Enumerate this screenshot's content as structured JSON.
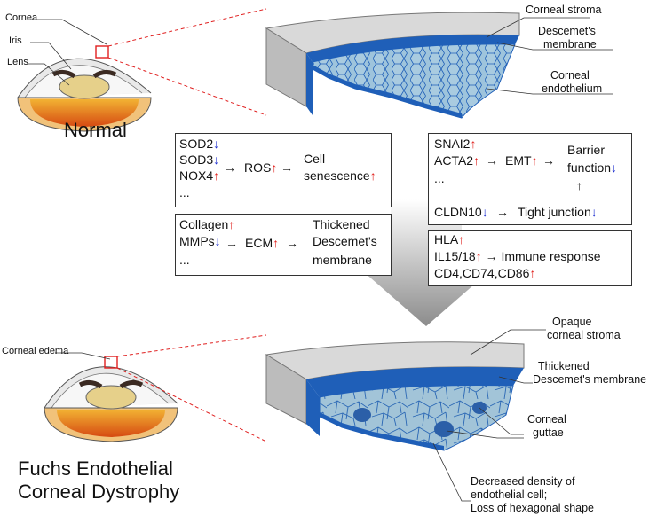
{
  "top_eye_labels": {
    "cornea": "Cornea",
    "iris": "Iris",
    "lens": "Lens"
  },
  "top_title": "Normal",
  "top_block_labels": {
    "stroma": "Corneal stroma",
    "descemet_1": "Descemet's",
    "descemet_2": "membrane",
    "endo_1": "Corneal",
    "endo_2": "endothelium"
  },
  "box1": {
    "genes": [
      "SOD2",
      "SOD3",
      "NOX4",
      "..."
    ],
    "gene_dirs": [
      "↓",
      "↓",
      "↑"
    ],
    "mid": "ROS",
    "mid_dir": "↑",
    "out1": "Cell",
    "out2": "senescence",
    "out_dir": "↑"
  },
  "box2": {
    "genes": [
      "Collagen",
      "MMPs",
      "..."
    ],
    "gene_dirs": [
      "↑",
      "↓"
    ],
    "mid": "ECM",
    "mid_dir": "↑",
    "out1": "Thickened",
    "out2": "Descemet's",
    "out3": "membrane"
  },
  "box3": {
    "genes": [
      "SNAI2",
      "ACTA2",
      "..."
    ],
    "gene_dirs": [
      "↑",
      "↑"
    ],
    "mid": "EMT",
    "mid_dir": "↑",
    "out1": "Barrier",
    "out2": "function",
    "out_dir": "↓",
    "cldn": "CLDN10",
    "cldn_dir": "↓",
    "tight": "Tight junction",
    "tight_dir": "↓"
  },
  "box4": {
    "line1": "HLA",
    "line1_dir": "↑",
    "line2": "IL15/18",
    "line2_dir": "↑",
    "out": "Immune response",
    "line3": "CD4,CD74,CD86",
    "line3_dir": "↑"
  },
  "bottom_eye_labels": {
    "edema": "Corneal edema"
  },
  "bottom_title_1": "Fuchs Endothelial",
  "bottom_title_2": "Corneal Dystrophy",
  "bottom_block_labels": {
    "opaque_1": "Opaque",
    "opaque_2": "corneal stroma",
    "thick_1": "Thickened",
    "thick_2": "Descemet's membrane",
    "guttae_1": "Corneal",
    "guttae_2": "guttae",
    "dec_1": "Decreased density of",
    "dec_2": "endothelial cell;",
    "dec_3": "Loss of hexagonal shape"
  },
  "colors": {
    "up": "#e0201c",
    "down": "#1e2fd0",
    "membrane": "#1f5fb8",
    "cells": "#a9cbe0",
    "stroma": "#d8d8d8"
  }
}
